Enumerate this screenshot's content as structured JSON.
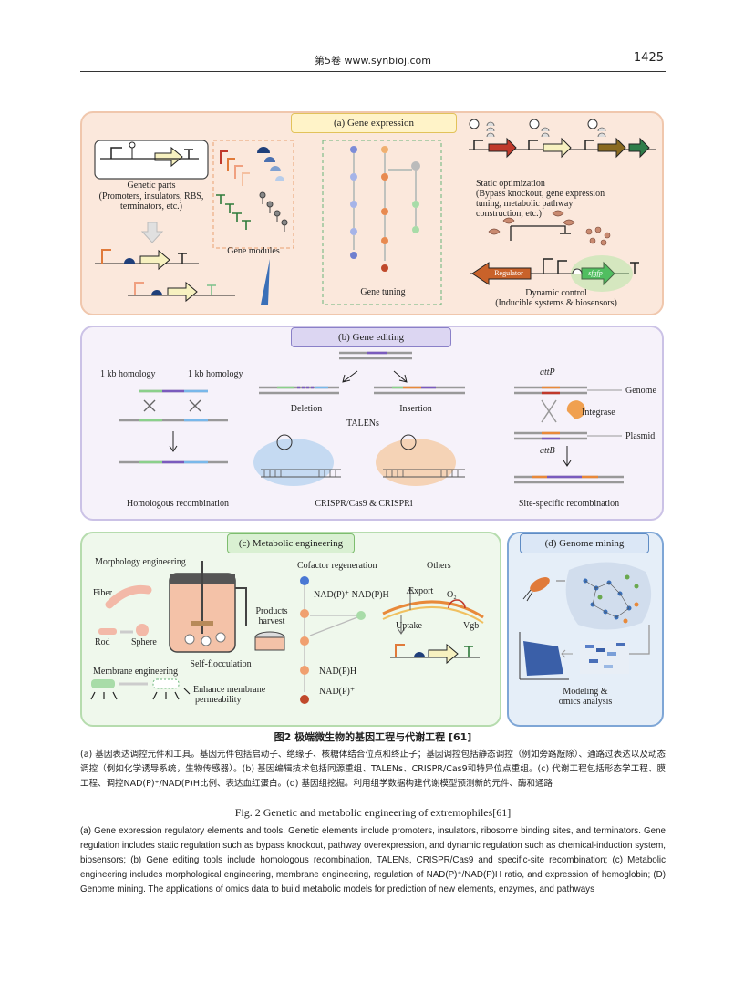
{
  "header": {
    "journal": "第5卷  www.synbioj.com",
    "page_number": "1425"
  },
  "panel_a": {
    "title": "(a) Gene expression",
    "genetic_parts_title": "Genetic parts",
    "genetic_parts_sub1": "(Promoters, insulators, RBS,",
    "genetic_parts_sub2": "terminators, etc.)",
    "gene_modules": "Gene modules",
    "gene_tuning": "Gene tuning",
    "static_title": "Static optimization",
    "static_sub1": "(Bypass knockout, gene expression",
    "static_sub2": "tuning, metabolic pathway",
    "static_sub3": "construction, etc.)",
    "regulator": "Regulator",
    "gfp": "sfgfp",
    "dynamic_title": "Dynamic control",
    "dynamic_sub": "(Inducible systems & biosensors)"
  },
  "panel_b": {
    "title": "(b) Gene editing",
    "homology_left": "1 kb homology",
    "homology_right": "1 kb homology",
    "homologous_recombination": "Homologous recombination",
    "deletion": "Deletion",
    "insertion": "Insertion",
    "talens": "TALENs",
    "crispr": "CRISPR/Cas9 & CRISPRi",
    "attP": "attP",
    "genome": "Genome",
    "integrase": "Integrase",
    "plasmid": "Plasmid",
    "attB": "attB",
    "site_specific": "Site-specific recombination"
  },
  "panel_c": {
    "title": "(c) Metabolic engineering",
    "morphology": "Morphology engineering",
    "fiber": "Fiber",
    "rod": "Rod",
    "sphere": "Sphere",
    "products1": "Products",
    "products2": "harvest",
    "self_floc": "Self-flocculation",
    "membrane": "Membrane engineering",
    "enhance1": "Enhance membrane",
    "enhance2": "permeability",
    "cofactor": "Cofactor regeneration",
    "nadp_pair": "NAD(P)⁺ NAD(P)H",
    "nadph": "NAD(P)H",
    "nadp_plus": "NAD(P)⁺",
    "others": "Others",
    "export": "Export",
    "o2": "O₂",
    "uptake": "Uptake",
    "vgb": "Vgb"
  },
  "panel_d": {
    "title": "(d) Genome mining",
    "modeling1": "Modeling &",
    "modeling2": "omics analysis"
  },
  "caption": {
    "cn_title": "图2   极端微生物的基因工程与代谢工程 [61]",
    "cn_body": "(a) 基因表达调控元件和工具。基因元件包括启动子、绝缘子、核糖体结合位点和终止子；基因调控包括静态调控（例如旁路敲除）、通路过表达以及动态调控（例如化学诱导系统，生物传感器）。(b) 基因编辑技术包括同源重组、TALENs、CRISPR/Cas9和特异位点重组。(c) 代谢工程包括形态学工程、膜工程、调控NAD(P)⁺/NAD(P)H比例、表达血红蛋白。(d) 基因组挖掘。利用组学数据构建代谢模型预测新的元件、酶和通路",
    "en_title": "Fig. 2    Genetic and metabolic engineering of extremophiles[61]",
    "en_body": "(a) Gene expression regulatory elements and tools. Genetic elements include promoters, insulators, ribosome binding sites, and terminators. Gene regulation includes static regulation such as bypass knockout, pathway overexpression, and dynamic regulation such as chemical-induction system, biosensors; (b) Gene editing tools include homologous recombination, TALENs, CRISPR/Cas9 and specific-site recombination; (c) Metabolic engineering includes morphological engineering, membrane engineering, regulation of NAD(P)⁺/NAD(P)H ratio, and expression of hemoglobin; (D) Genome mining. The applications of omics data to build metabolic models for prediction of new elements, enzymes, and pathways"
  }
}
